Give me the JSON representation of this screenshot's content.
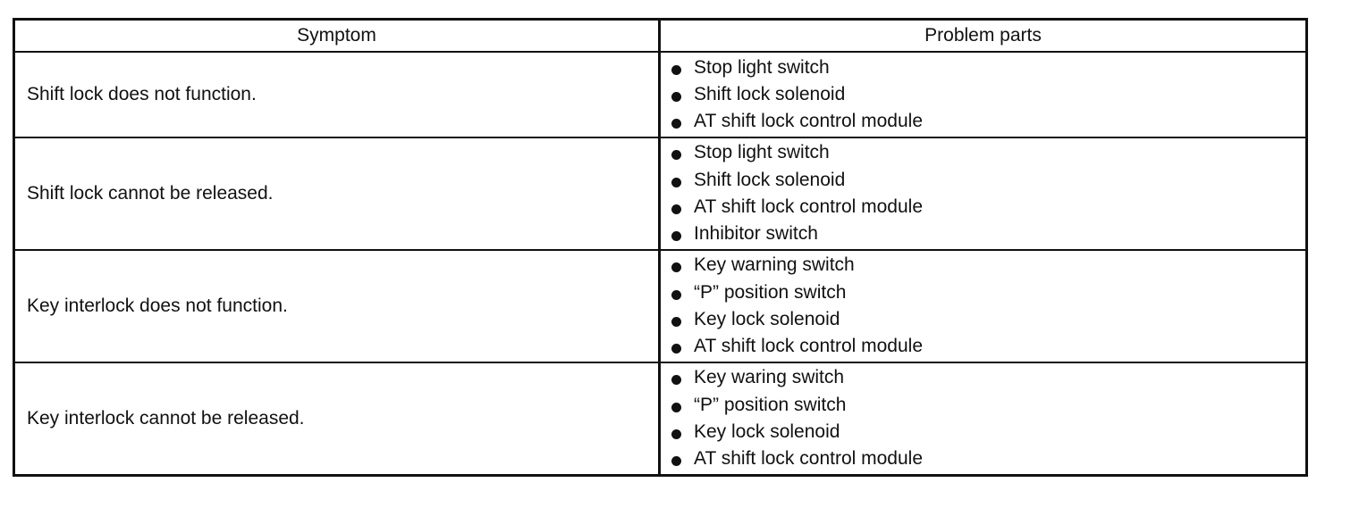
{
  "table": {
    "headers": {
      "symptom": "Symptom",
      "problem_parts": "Problem parts"
    },
    "rows": [
      {
        "symptom": "Shift lock does not function.",
        "parts": [
          "Stop light switch",
          "Shift lock solenoid",
          "AT shift lock control module"
        ]
      },
      {
        "symptom": "Shift lock cannot be released.",
        "parts": [
          "Stop light switch",
          "Shift lock solenoid",
          "AT shift lock control module",
          "Inhibitor switch"
        ]
      },
      {
        "symptom": "Key interlock does not function.",
        "parts": [
          "Key warning switch",
          "“P” position switch",
          "Key lock solenoid",
          "AT shift lock control module"
        ]
      },
      {
        "symptom": "Key interlock cannot be released.",
        "parts": [
          "Key waring switch",
          "“P” position switch",
          "Key lock solenoid",
          "AT shift lock control module"
        ]
      }
    ]
  }
}
